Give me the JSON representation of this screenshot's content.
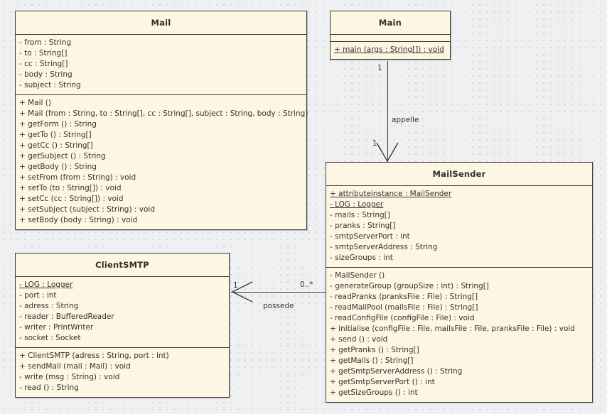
{
  "diagram": {
    "title": "UML class diagram",
    "background_color": "#eff0f1",
    "class_fill_color": "#fdf6e3",
    "class_border_color": "#3b3a36"
  },
  "classes": {
    "mail": {
      "name": "Mail",
      "attributes": [
        {
          "text": "- from : String",
          "static": false
        },
        {
          "text": "- to : String[]",
          "static": false
        },
        {
          "text": "- cc : String[]",
          "static": false
        },
        {
          "text": "- body : String",
          "static": false
        },
        {
          "text": "- subject : String",
          "static": false
        }
      ],
      "methods": [
        {
          "text": "+ Mail ()",
          "static": false
        },
        {
          "text": "+ Mail (from : String, to : String[], cc : String[], subject : String, body : String)",
          "static": false
        },
        {
          "text": "+ getForm () : String",
          "static": false
        },
        {
          "text": "+ getTo () : String[]",
          "static": false
        },
        {
          "text": "+ getCc () : String[]",
          "static": false
        },
        {
          "text": "+ getSubject () : String",
          "static": false
        },
        {
          "text": "+ getBody () : String",
          "static": false
        },
        {
          "text": "+ setFrom (from : String) : void",
          "static": false
        },
        {
          "text": "+ setTo (to : String[]) : void",
          "static": false
        },
        {
          "text": "+ setCc (cc : String[]) : void",
          "static": false
        },
        {
          "text": "+ setSubject (subject : String) : void",
          "static": false
        },
        {
          "text": "+ setBody (body : String) : void",
          "static": false
        }
      ]
    },
    "main": {
      "name": "Main",
      "attributes": [],
      "methods": [
        {
          "text": "+ main (args : String[]) : void",
          "static": true
        }
      ]
    },
    "mailsender": {
      "name": "MailSender",
      "attributes": [
        {
          "text": "+ attributeinstance : MailSender",
          "static": true
        },
        {
          "text": "- LOG : Logger",
          "static": true
        },
        {
          "text": "- mails : String[]",
          "static": false
        },
        {
          "text": "- pranks : String[]",
          "static": false
        },
        {
          "text": "- smtpServerPort : int",
          "static": false
        },
        {
          "text": "- smtpServerAddress : String",
          "static": false
        },
        {
          "text": "- sizeGroups : int",
          "static": false
        }
      ],
      "methods": [
        {
          "text": "- MailSender ()",
          "static": false
        },
        {
          "text": "- generateGroup (groupSize : int) : String[]",
          "static": false
        },
        {
          "text": "- readPranks (pranksFile : File) : String[]",
          "static": false
        },
        {
          "text": "- readMailPool (mailsFile : File) : String[]",
          "static": false
        },
        {
          "text": "- readConfigFile (configFile : File) : void",
          "static": false
        },
        {
          "text": "+ initialise (configFile : File, mailsFile : File, pranksFile : File) : void",
          "static": false
        },
        {
          "text": "+ send () : void",
          "static": false
        },
        {
          "text": "+ getPranks () : String[]",
          "static": false
        },
        {
          "text": "+ getMails () : String[]",
          "static": false
        },
        {
          "text": "+ getSmtpServerAddress () : String",
          "static": false
        },
        {
          "text": "+ getSmtpServerPort () : int",
          "static": false
        },
        {
          "text": "+ getSizeGroups () : int",
          "static": false
        }
      ]
    },
    "clientsmtp": {
      "name": "ClientSMTP",
      "attributes": [
        {
          "text": "- LOG : Logger",
          "static": true
        },
        {
          "text": "- port : int",
          "static": false
        },
        {
          "text": "- adress : String",
          "static": false
        },
        {
          "text": "- reader : BufferedReader",
          "static": false
        },
        {
          "text": "- writer : PrintWriter",
          "static": false
        },
        {
          "text": "- socket : Socket",
          "static": false
        }
      ],
      "methods": [
        {
          "text": "+ ClientSMTP (adress : String, port : int)",
          "static": false
        },
        {
          "text": "+ sendMail (mail : Mail) : void",
          "static": false
        },
        {
          "text": "- write (msg : String) : void",
          "static": false
        },
        {
          "text": "- read () : String",
          "static": false
        }
      ]
    }
  },
  "associations": {
    "appelle": {
      "label": "appelle",
      "source_multiplicity": "1",
      "target_multiplicity": "1"
    },
    "possede": {
      "label": "possede",
      "source_multiplicity": "1",
      "target_multiplicity": "0..*"
    }
  }
}
